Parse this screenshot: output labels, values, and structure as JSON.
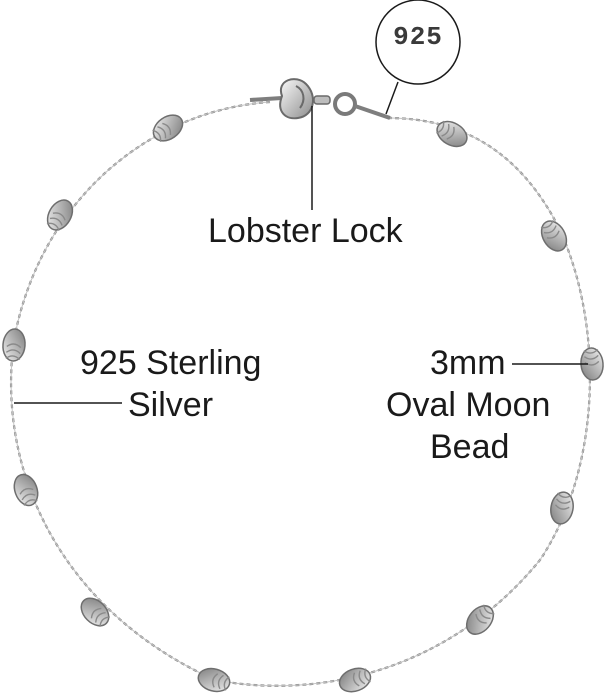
{
  "labels": {
    "lock": "Lobster Lock",
    "sterling_line1": "925 Sterling",
    "sterling_line2": "Silver",
    "bead_line1": "3mm",
    "bead_line2": "Oval Moon",
    "bead_line3": "Bead"
  },
  "stamp": "925",
  "colors": {
    "background": "#ffffff",
    "metal": "#9a9a9a",
    "metal_dark": "#6e6e6e",
    "text": "#1a1a1a"
  }
}
